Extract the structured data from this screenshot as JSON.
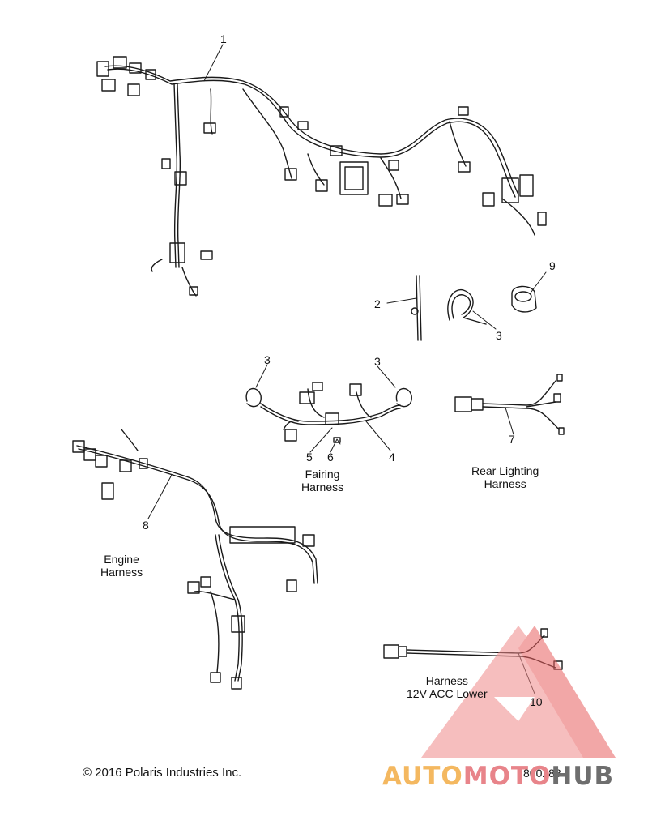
{
  "callouts": [
    "1",
    "2",
    "3",
    "9",
    "3",
    "3",
    "5",
    "6",
    "4",
    "7",
    "8",
    "10"
  ],
  "captions": {
    "fairing_1": "Fairing",
    "fairing_2": "Harness",
    "rear_1": "Rear Lighting",
    "rear_2": "Harness",
    "engine_1": "Engine",
    "engine_2": "Harness",
    "acc_1": "Harness",
    "acc_2": "12V ACC Lower"
  },
  "copyright": "© 2016 Polaris Industries Inc.",
  "figure_number": "800288",
  "watermark": {
    "part1": "AUTO",
    "part2": "MOTO",
    "part3": "HUB"
  },
  "colors": {
    "line": "#1a1a1a",
    "watermark_red": "#e8848a",
    "watermark_orange": "#f4b860",
    "watermark_gray": "#6e6e6e"
  }
}
